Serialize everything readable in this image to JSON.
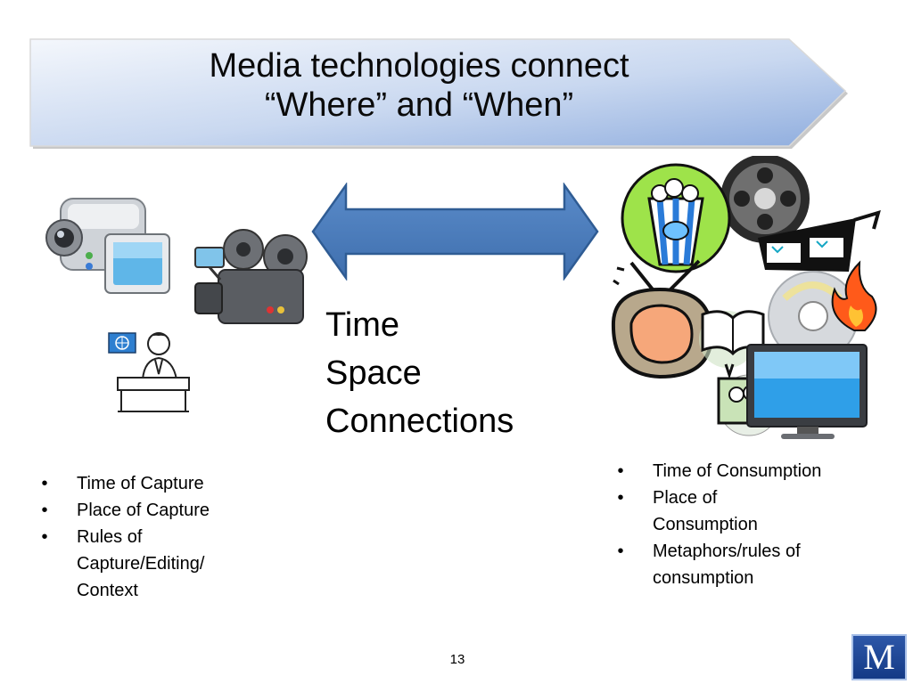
{
  "slide": {
    "title_line1": "Media technologies connect",
    "title_line2": "“Where” and “When”",
    "center_line1": "Time",
    "center_line2": "Space",
    "center_line3": "Connections",
    "page_number": "13",
    "logo_letter": "M"
  },
  "left_list": {
    "items": [
      {
        "bullet": "•",
        "text": "Time of Capture"
      },
      {
        "bullet": "•",
        "text": "Place of Capture"
      },
      {
        "bullet": "•",
        "text": "Rules of Capture/Editing/ Context"
      }
    ]
  },
  "right_list": {
    "items": [
      {
        "bullet": "•",
        "text": "Time of Consumption"
      },
      {
        "bullet": "•",
        "text": "Place of Consumption"
      },
      {
        "bullet": "•",
        "text": "Metaphors/rules of consumption"
      }
    ]
  },
  "colors": {
    "banner_light": "#eef3fb",
    "banner_dark": "#9bb6e2",
    "arrow_fill": "#4f81bd",
    "arrow_stroke": "#2f5c94",
    "logo_blue": "#1f4a9a"
  },
  "icons": [
    "camcorder-icon",
    "film-camera-icon",
    "person-at-computer-icon",
    "popcorn-icon",
    "film-reel-icon",
    "3d-glasses-icon",
    "tv-icon",
    "book-icon",
    "cd-icon",
    "flame-icon",
    "monitor-icon",
    "media-file-icon"
  ]
}
